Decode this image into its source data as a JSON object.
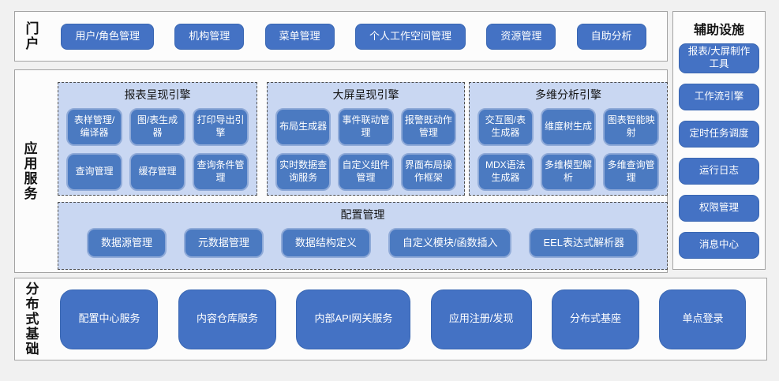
{
  "portal": {
    "label": "门户",
    "items": [
      "用户/角色管理",
      "机构管理",
      "菜单管理",
      "个人工作空间管理",
      "资源管理",
      "自助分析"
    ]
  },
  "app_services": {
    "label": "应用服务",
    "engines": [
      {
        "title": "报表呈现引擎",
        "items": [
          "表样管理/编译器",
          "图/表生成器",
          "打印导出引擎",
          "查询管理",
          "缓存管理",
          "查询条件管理"
        ]
      },
      {
        "title": "大屏呈现引擎",
        "items": [
          "布局生成器",
          "事件联动管理",
          "报警既动作管理",
          "实时数据查询服务",
          "自定义组件管理",
          "界面布局操作框架"
        ]
      },
      {
        "title": "多维分析引擎",
        "items": [
          "交互图/表生成器",
          "维度树生成",
          "图表智能映射",
          "MDX语法生成器",
          "多维模型解析",
          "多维查询管理"
        ]
      }
    ],
    "config": {
      "title": "配置管理",
      "items": [
        "数据源管理",
        "元数据管理",
        "数据结构定义",
        "自定义模块/函数插入",
        "EEL表达式解析器"
      ]
    }
  },
  "distributed_base": {
    "label": "分布式基础",
    "items": [
      "配置中心服务",
      "内容仓库服务",
      "内部API网关服务",
      "应用注册/发现",
      "分布式基座",
      "单点登录"
    ]
  },
  "auxiliary": {
    "title": "辅助设施",
    "items": [
      "报表/大屏制作工具",
      "工作流引擎",
      "定时任务调度",
      "运行日志",
      "权限管理",
      "消息中心"
    ]
  },
  "colors": {
    "page_background": "#F1F1F1",
    "section_background": "#FCFCFC",
    "section_border": "#A3A3A3",
    "primary_node": "#4472C4",
    "panel_background": "#C9D7F2",
    "panel_border_dashed": "#4D4D4D",
    "inner_node_fill": "#4B7AC1",
    "inner_node_border": "#8FAAD8",
    "node_text": "#FFFFFF",
    "label_text": "#141414"
  }
}
